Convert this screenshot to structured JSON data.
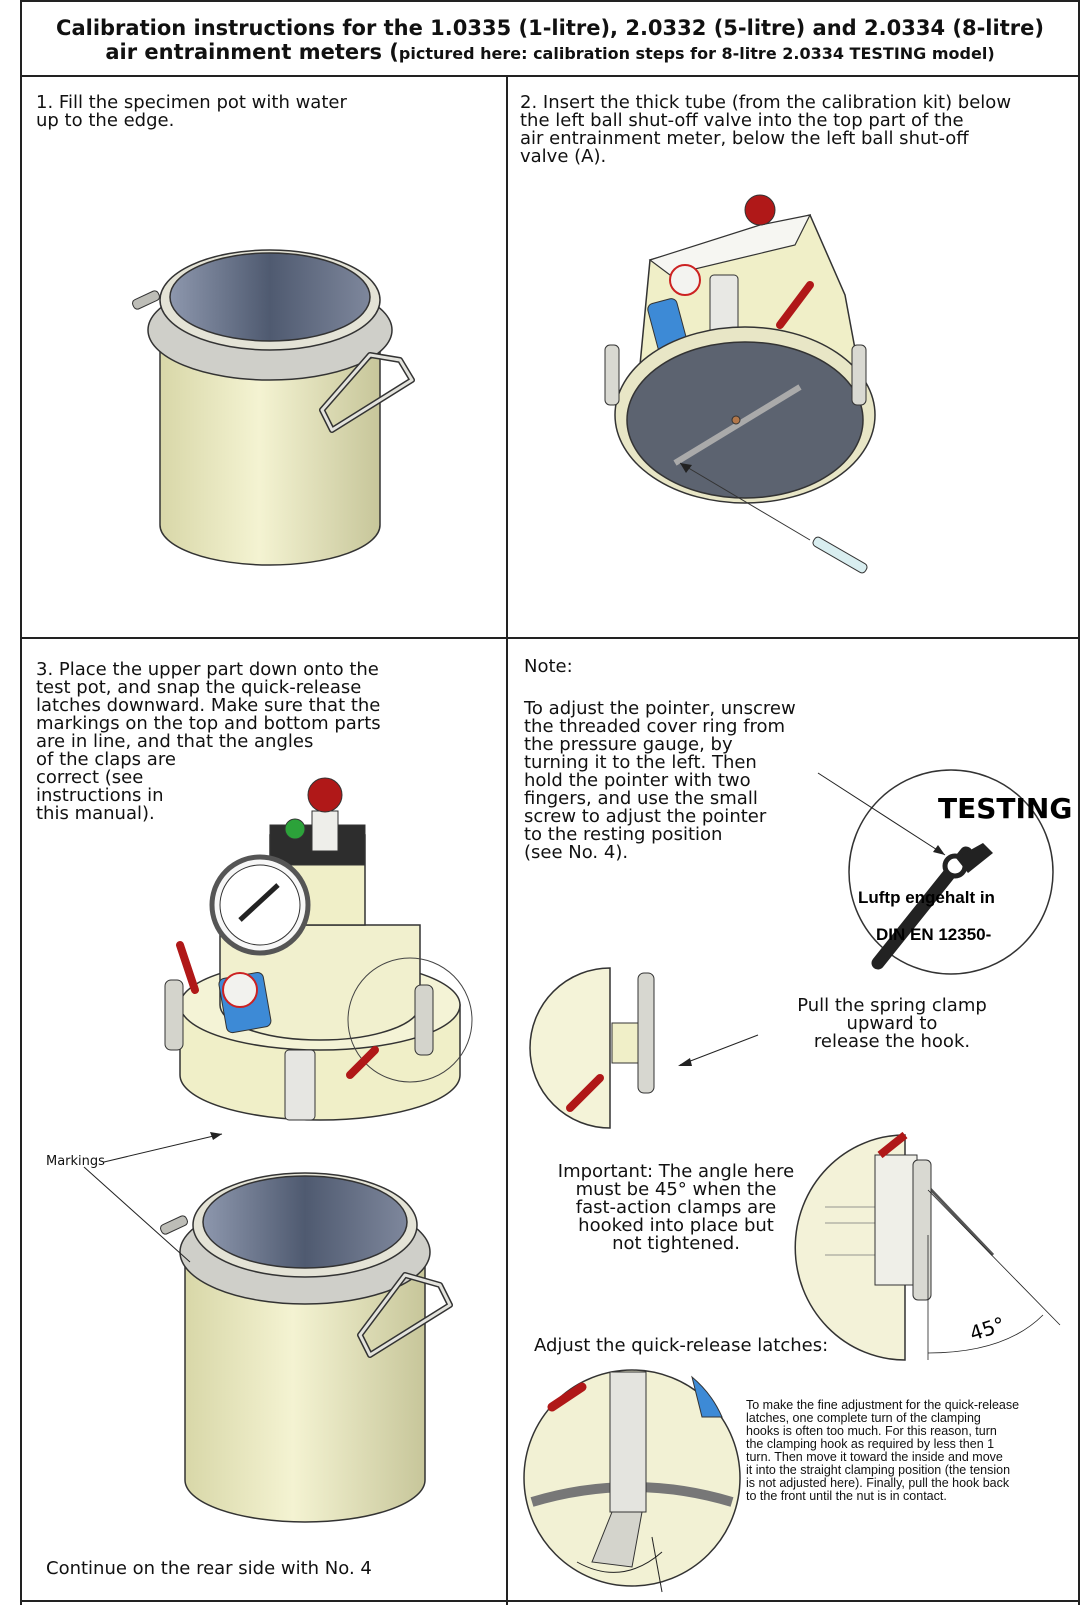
{
  "title": {
    "line1": "Calibration instructions for the 1.0335 (1-litre), 2.0332 (5-litre) and 2.0334 (8-litre)",
    "line2_main": "air entrainment meters (",
    "line2_small": "pictured here: calibration steps for 8-litre 2.0334 TESTING model)"
  },
  "step1": {
    "text": "1. Fill the specimen pot  with water\nup to the edge."
  },
  "step2": {
    "text": "2. Insert the thick tube (from the calibration kit) below\nthe left ball shut-off valve into the top part of the\nair entrainment meter, below the left ball shut-off\nvalve (A)."
  },
  "step3": {
    "text": "3. Place the upper part down onto the\ntest pot, and snap the quick-release\nlatches downward. Make sure that the\nmarkings on the top and bottom parts\nare in line, and that the angles\nof the claps are\ncorrect (see\ninstructions in\nthis manual).",
    "markings_label": "Markings",
    "continue": "Continue on the rear side with No. 4"
  },
  "note": {
    "heading": "Note:",
    "text": "To adjust the pointer, unscrew\nthe threaded cover ring from\nthe pressure gauge, by\nturning it to the left. Then\nhold the pointer with two\nfingers, and use the small\nscrew to adjust the pointer\nto the resting position\n(see No. 4).",
    "gauge_brand": "TESTING",
    "gauge_line1": "Luftp  engehalt in",
    "gauge_line2": "DIN EN 12350-",
    "spring": "Pull the spring clamp\nupward to\nrelease the hook.",
    "important": "Important: The angle here\nmust be 45° when the\nfast-action clamps are\nhooked into place but\nnot tightened.",
    "angle": "45°",
    "adjust_heading": "Adjust the quick-release latches:",
    "adjust_text": "To make the fine adjustment for the quick-release\nlatches, one complete turn of the clamping\nhooks is often too much. For this reason, turn\nthe clamping hook as required by less then 1\nturn. Then move it toward the inside and move\nit into the straight clamping position (the tension\nis not adjusted here). Finally, pull the hook back\nto the front until the nut is in contact."
  },
  "colors": {
    "pot_body": "#f0efc8",
    "pot_rim": "#c9c9c2",
    "lid_dark": "#5a6478",
    "valve_red": "#b01818",
    "label_blue": "#3d8ad6"
  }
}
